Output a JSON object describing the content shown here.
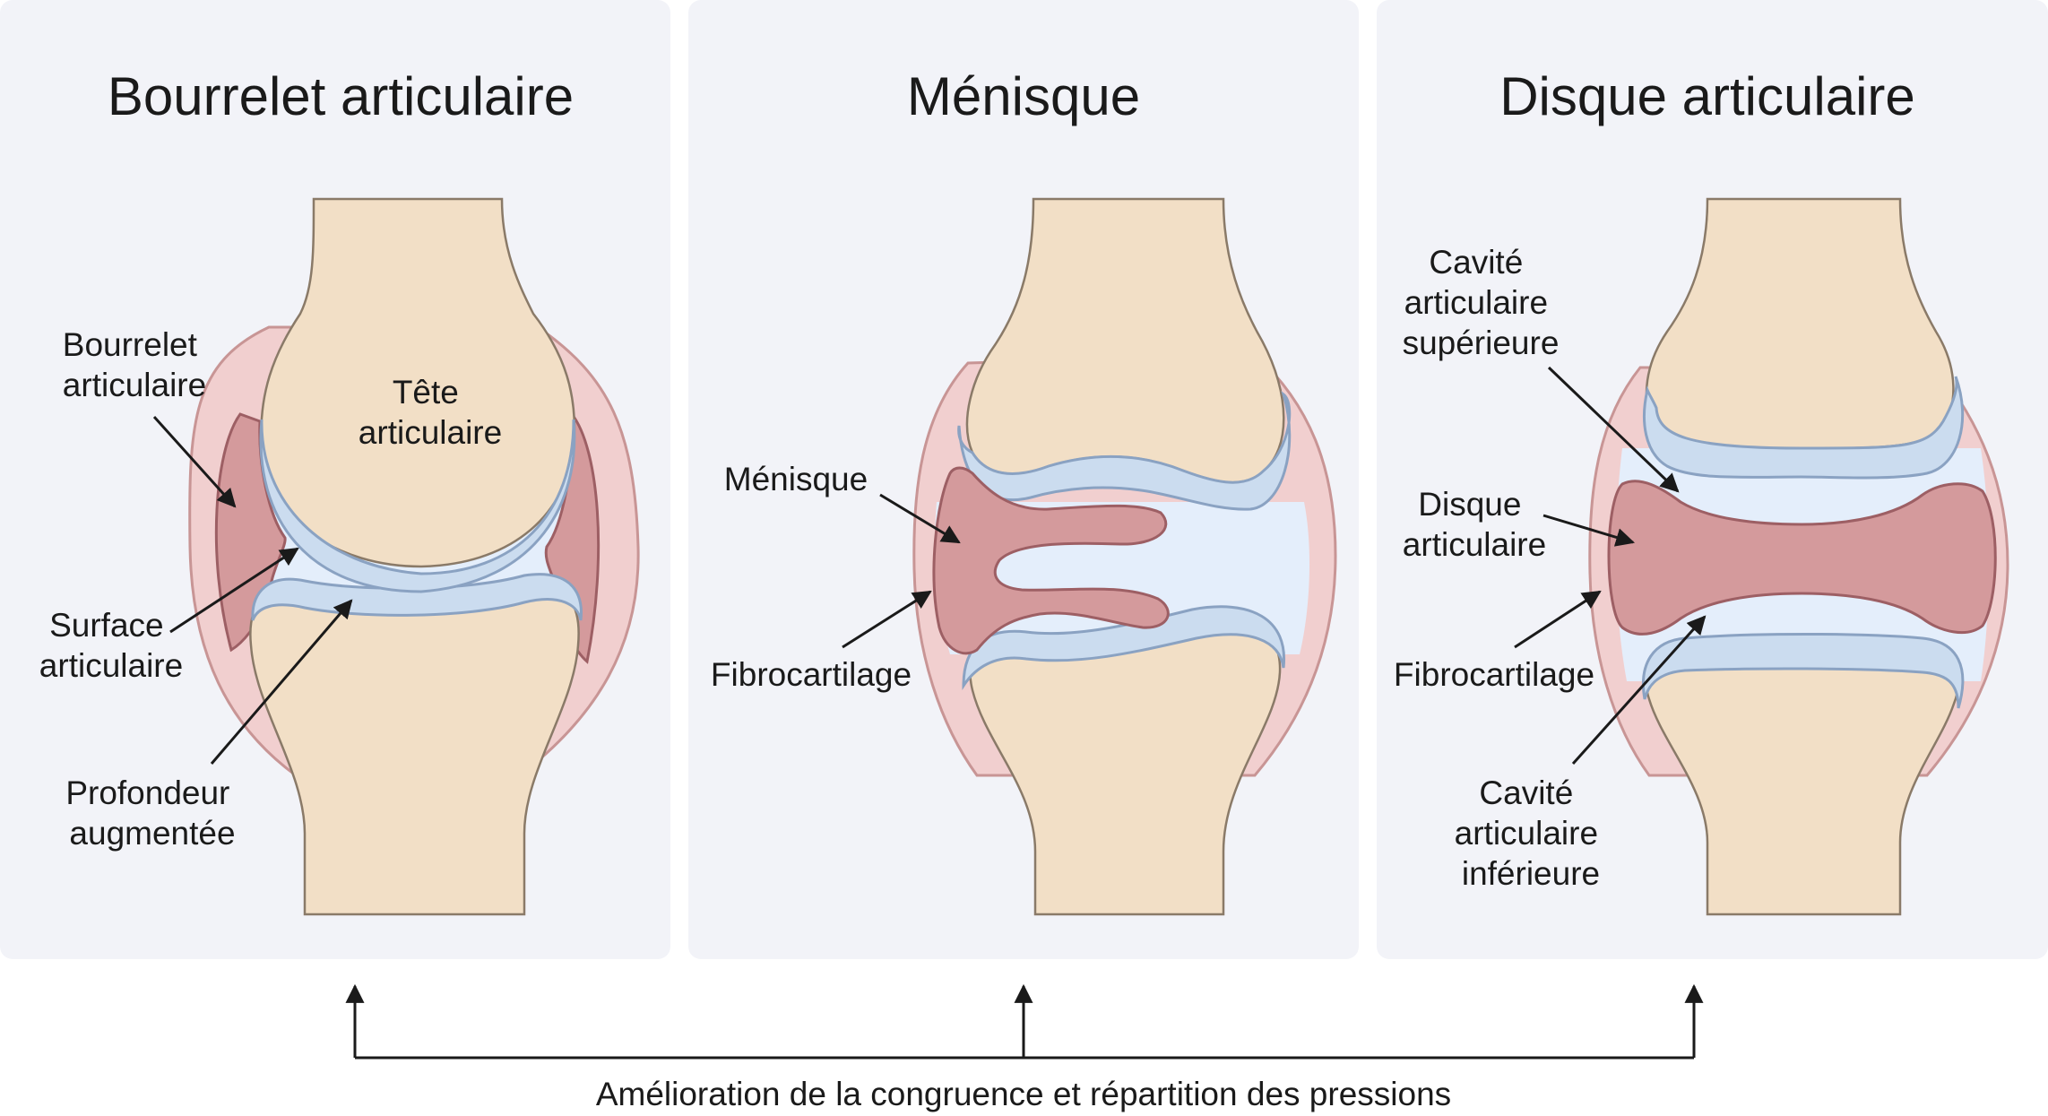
{
  "panels": [
    {
      "title": "Bourrelet articulaire",
      "labels": {
        "labrum": [
          "Bourrelet",
          "articulaire"
        ],
        "head": [
          "Tête",
          "articulaire"
        ],
        "surface": [
          "Surface",
          "articulaire"
        ],
        "depth": [
          "Profondeur",
          "augmentée"
        ]
      }
    },
    {
      "title": "Ménisque",
      "labels": {
        "meniscus": [
          "Ménisque"
        ],
        "fibro": [
          "Fibrocartilage"
        ]
      }
    },
    {
      "title": "Disque articulaire",
      "labels": {
        "upper": [
          "Cavité",
          "articulaire",
          "supérieure"
        ],
        "disc": [
          "Disque",
          "articulaire"
        ],
        "fibro": [
          "Fibrocartilage"
        ],
        "lower": [
          "Cavité",
          "articulaire",
          "inférieure"
        ]
      }
    }
  ],
  "footer": {
    "text": "Amélioration de la congruence et répartition des pressions"
  },
  "colors": {
    "panel_bg": "#f2f3f8",
    "bone": "#f2dfc6",
    "cartilage": "#cbdcef",
    "capsule": "#f1cfcf",
    "synovial_fluid": "#e4eefb",
    "fibrocartilage": "#d49a9c"
  }
}
